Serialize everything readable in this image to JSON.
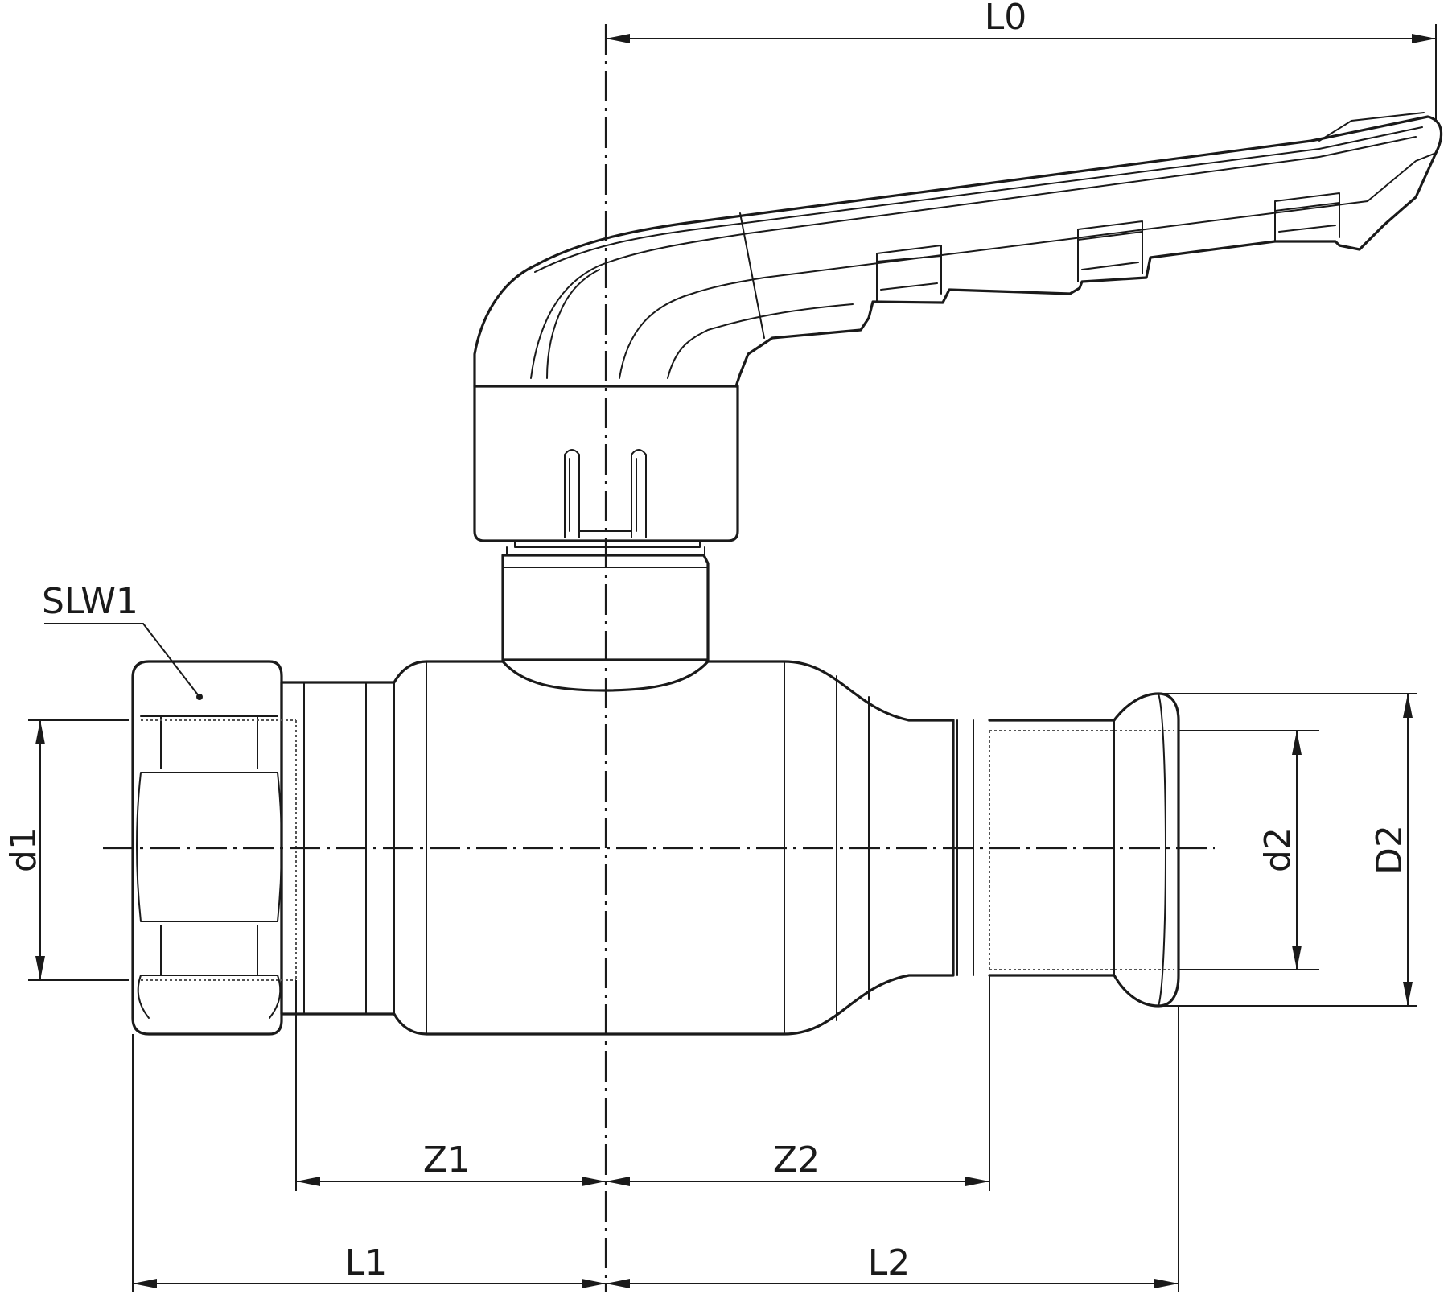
{
  "labels": {
    "L0": "L0",
    "SLW1": "SLW1",
    "d1": "d1",
    "d2": "d2",
    "D2": "D2",
    "Z1": "Z1",
    "Z2": "Z2",
    "L1": "L1",
    "L2": "L2"
  },
  "colors": {
    "line": "#1a1a1a",
    "background": "#ffffff"
  }
}
